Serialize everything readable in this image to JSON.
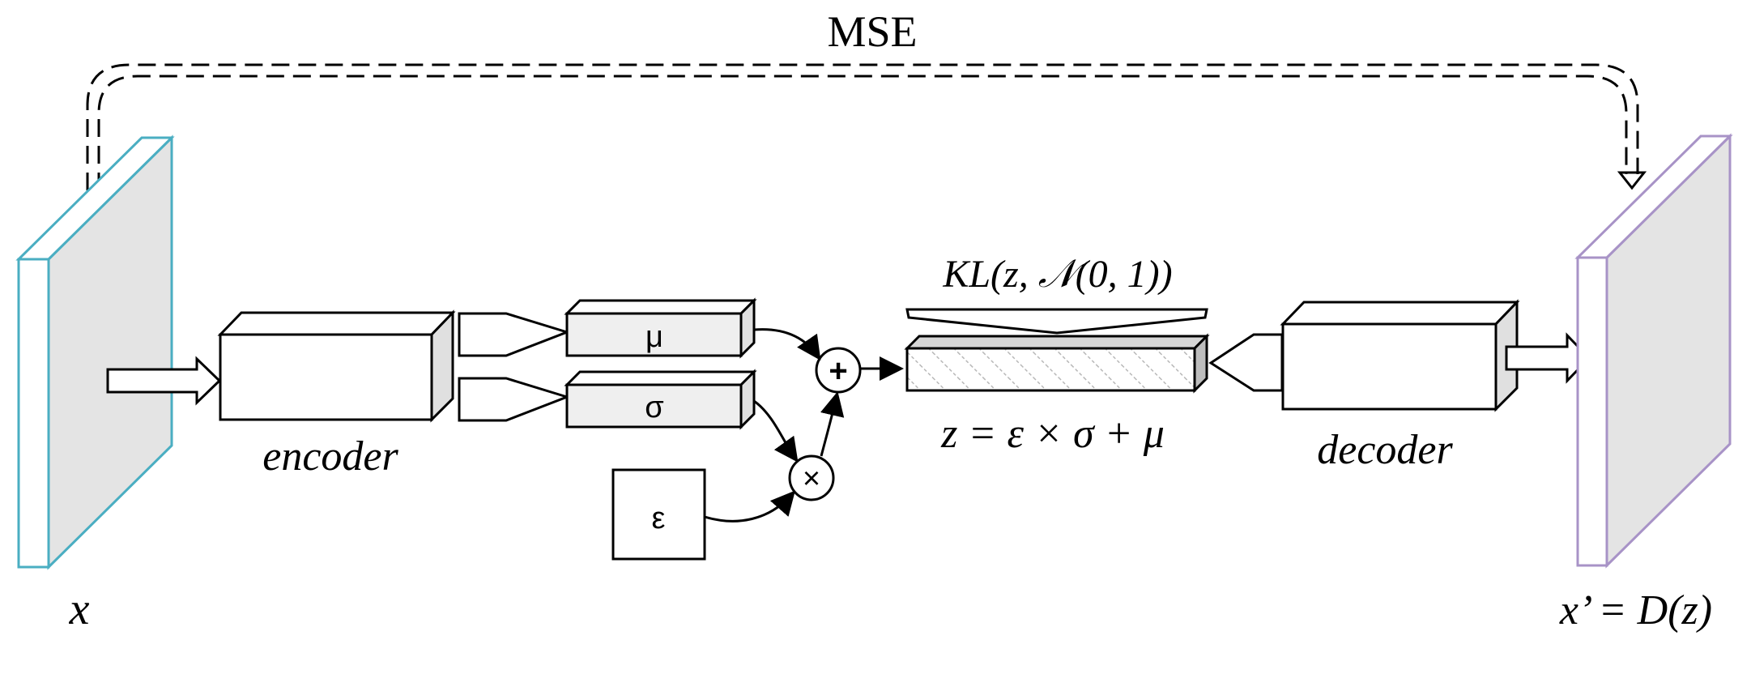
{
  "labels": {
    "loss_top": "MSE",
    "kl": "KL(z, 𝒩(0, 1))",
    "input": "x",
    "output": "x’ = D(z)",
    "encoder": "encoder",
    "decoder": "decoder",
    "mu": "μ",
    "sigma": "σ",
    "epsilon": "ε",
    "plus": "+",
    "times": "×",
    "z_eq": "z = ε × σ + μ"
  },
  "colors": {
    "input_border": "#4aaec2",
    "output_border": "#a893c7",
    "panel_fill": "#e4e4e4",
    "box_face": "#ffffff",
    "box_top": "#ffffff",
    "box_side": "#e0e0e0",
    "param_face": "#efefef",
    "stroke": "#000000"
  },
  "icons": {
    "plus_node": "circle-plus-icon",
    "times_node": "circle-times-icon"
  }
}
